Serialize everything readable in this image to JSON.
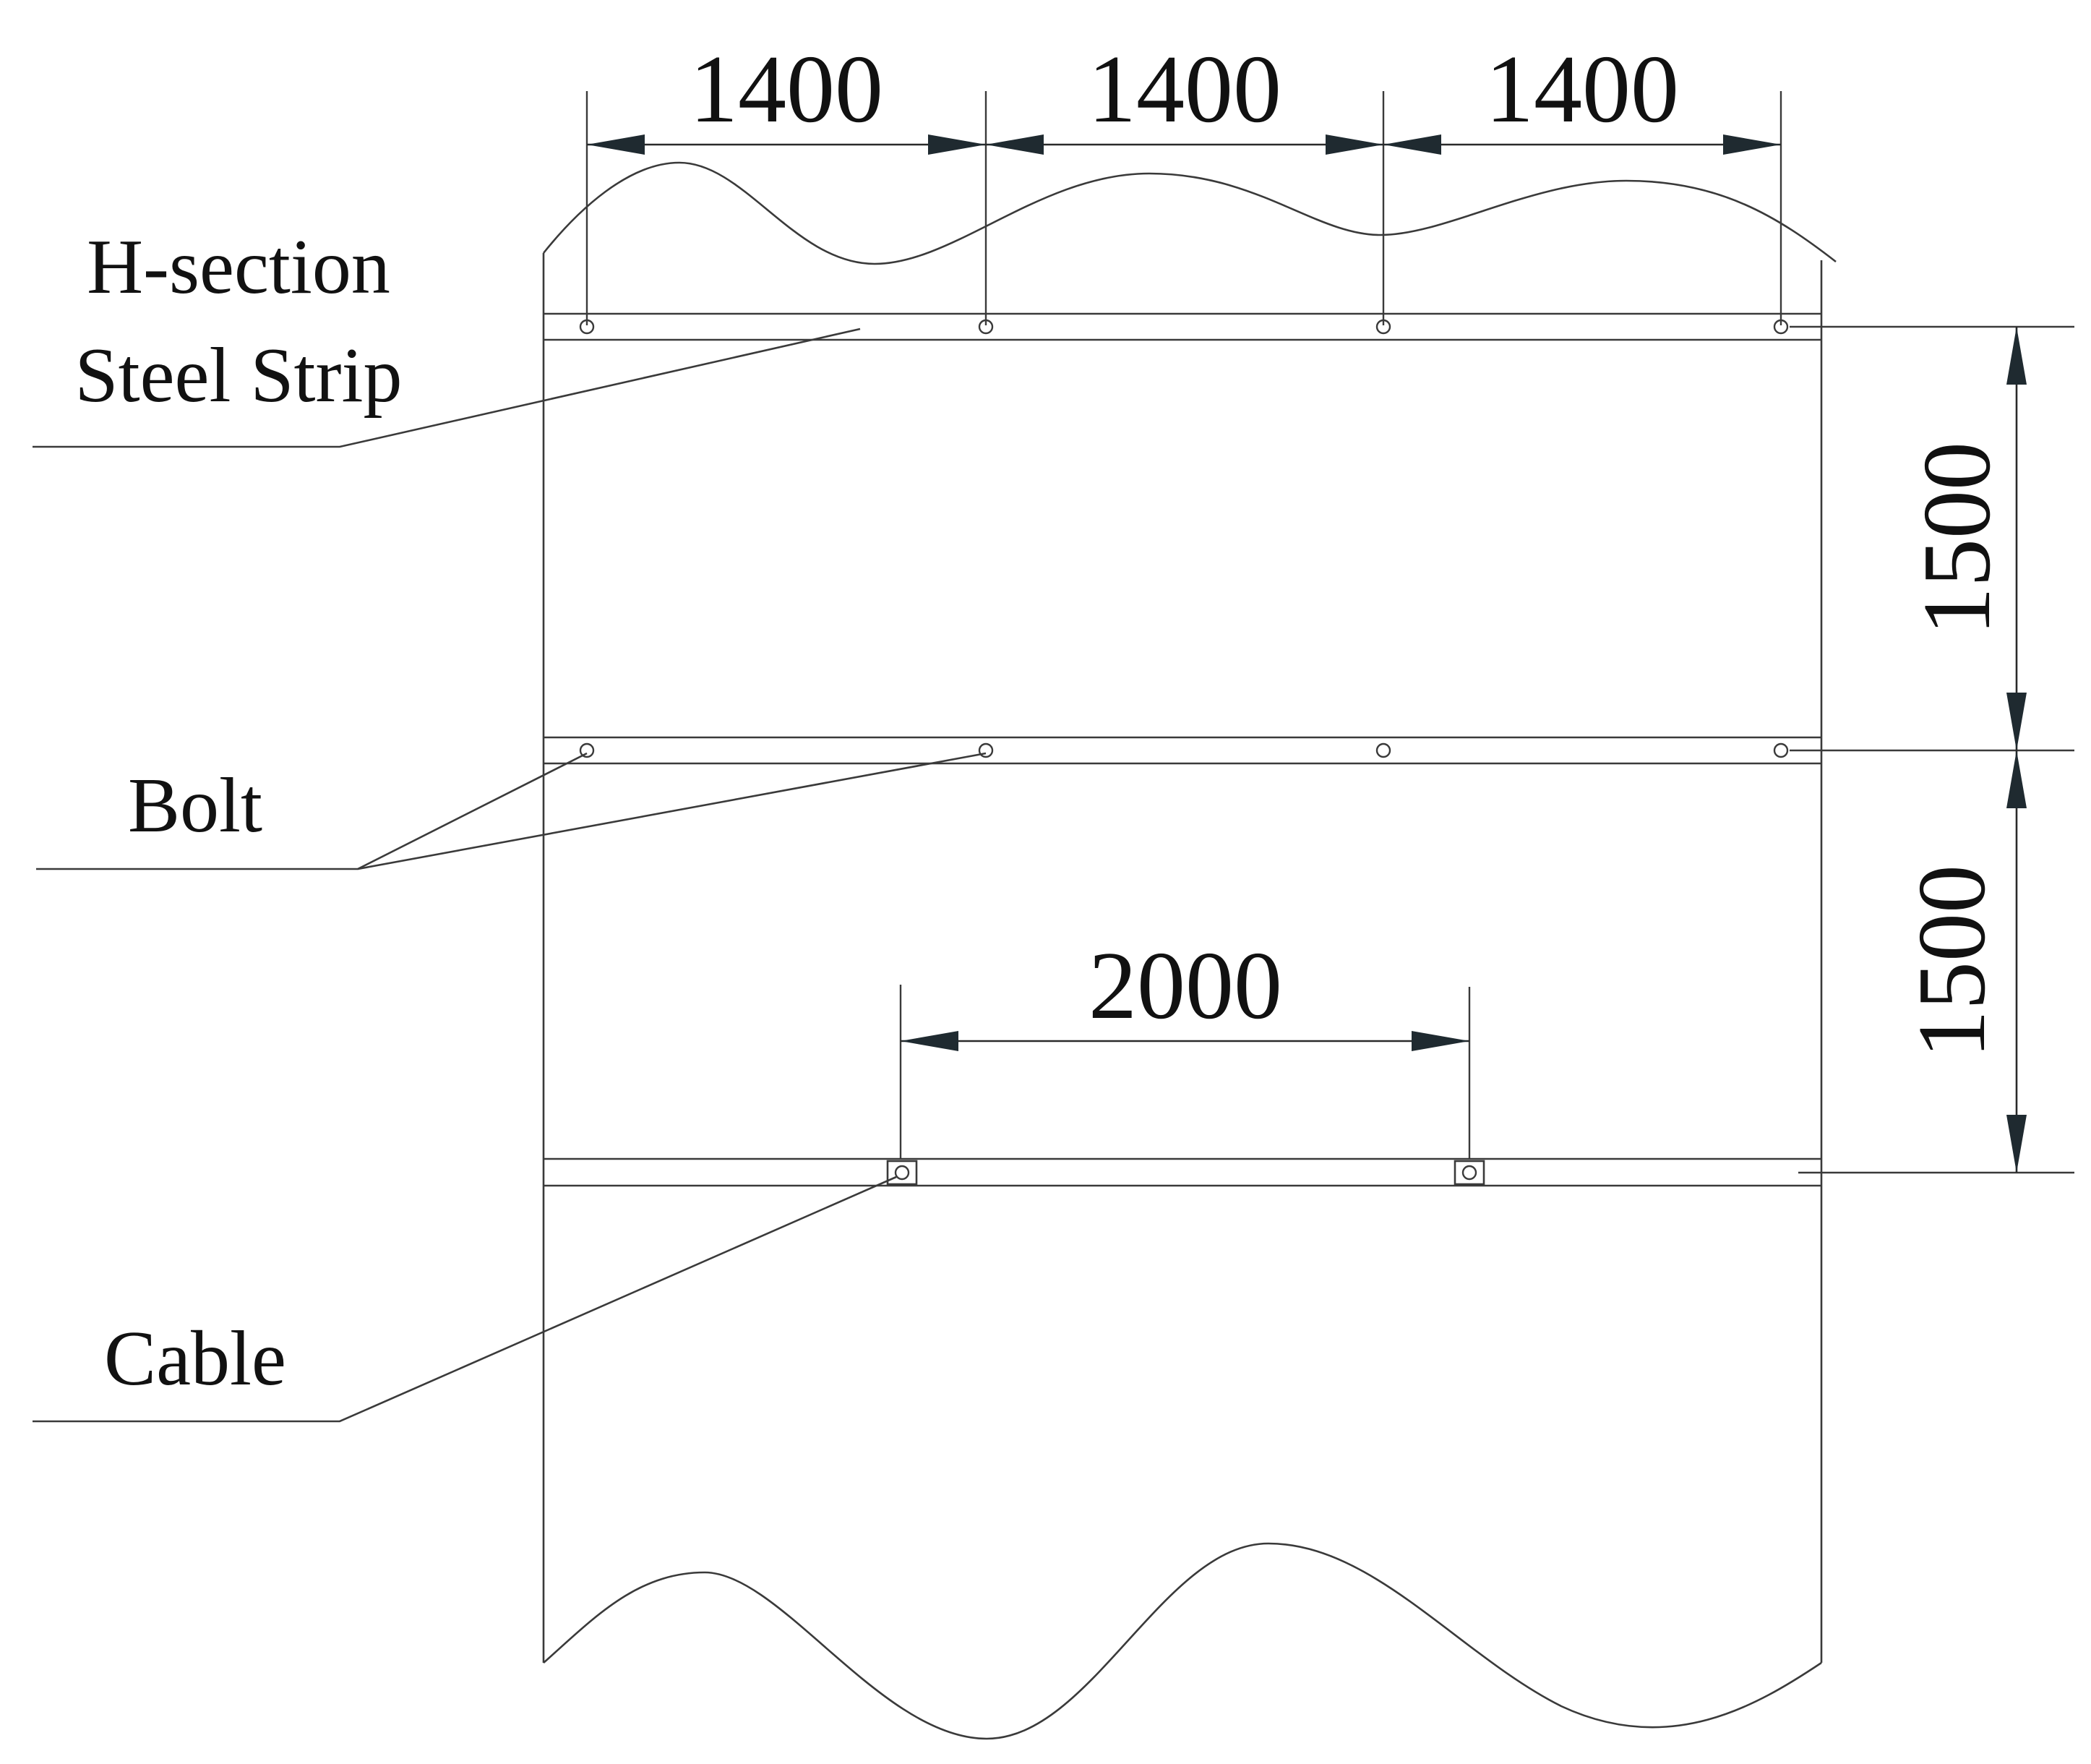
{
  "labels": {
    "h_section_line1": "H-section",
    "h_section_line2": "Steel Strip",
    "bolt": "Bolt",
    "cable": "Cable"
  },
  "dimensions": {
    "bolt_spacing": [
      "1400",
      "1400",
      "1400"
    ],
    "strip_spacing": [
      "1500",
      "1500"
    ],
    "cable_spacing": "2000"
  },
  "colors": {
    "line": "#3a3a3a",
    "arrow": "#1f2a30",
    "text": "#111111",
    "background": "#ffffff"
  }
}
